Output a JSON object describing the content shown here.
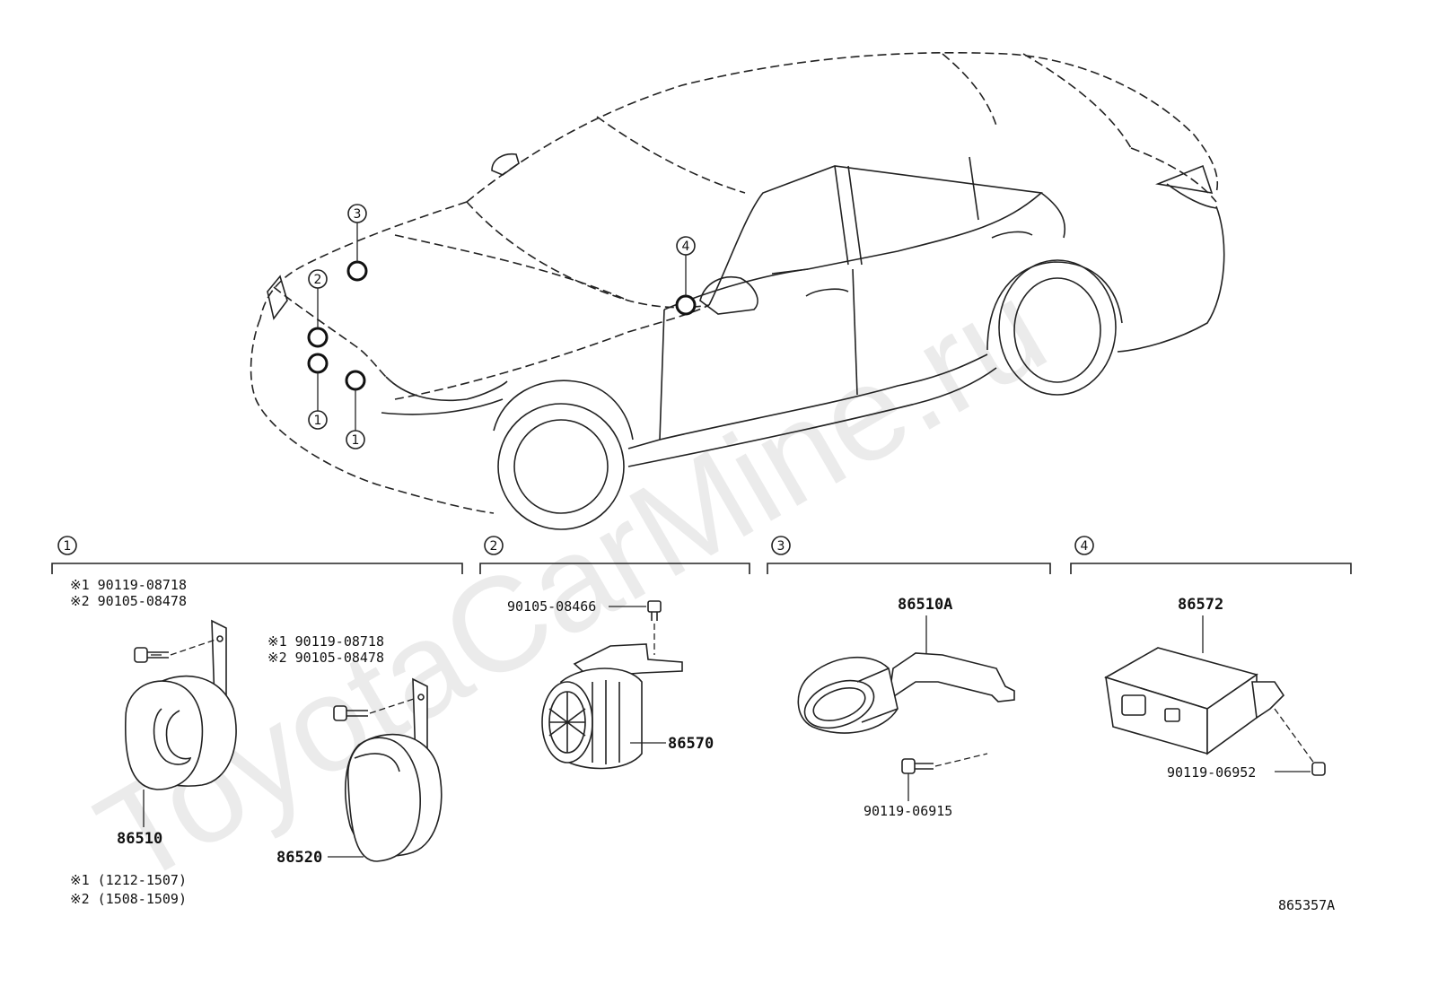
{
  "watermark": "ToyotaCarMine.ru",
  "diagram_code": "865357A",
  "callouts": [
    "1",
    "2",
    "3",
    "4"
  ],
  "sections": [
    {
      "id": "1",
      "note_a": "※1 90119-08718",
      "note_b": "※2 90105-08478",
      "note2_a": "※1 90119-08718",
      "note2_b": "※2 90105-08478",
      "part_a": "86510",
      "part_b": "86520",
      "legend_1": "※1 (1212-1507)",
      "legend_2": "※2 (1508-1509)"
    },
    {
      "id": "2",
      "bolt": "90105-08466",
      "part": "86570"
    },
    {
      "id": "3",
      "part": "86510A",
      "bolt": "90119-06915"
    },
    {
      "id": "4",
      "part": "86572",
      "bolt": "90119-06952"
    }
  ]
}
